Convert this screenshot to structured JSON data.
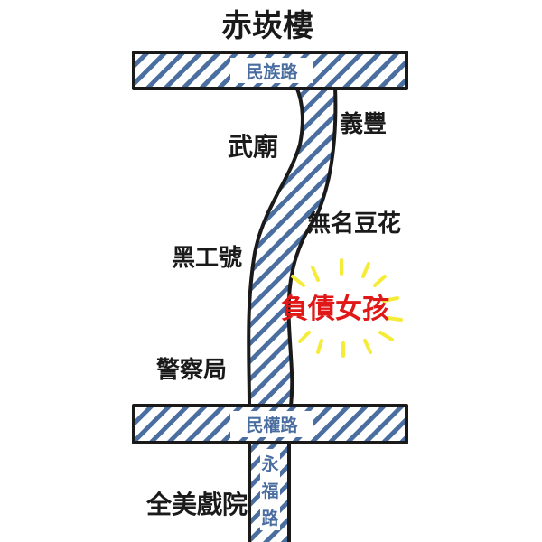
{
  "colors": {
    "ink": "#1a1a1a",
    "road_stripe": "#4a6ea0",
    "highlight": "#e01818",
    "glow": "#f5ec3a"
  },
  "landmarks": {
    "chikan_tower": "赤崁樓",
    "wu_temple": "武廟",
    "yifeng": "義豐",
    "wuming_douhua": "無名豆花",
    "heigonghao": "黑工號",
    "police_station": "警察局",
    "quanmei_theater": "全美戲院"
  },
  "roads": {
    "minzu_road": "民族路",
    "minquan_road": "民權路",
    "yongfu_road_chars": [
      "永",
      "福",
      "路"
    ]
  },
  "highlight": {
    "label": "負債女孩",
    "icon": "sunburst-icon"
  }
}
